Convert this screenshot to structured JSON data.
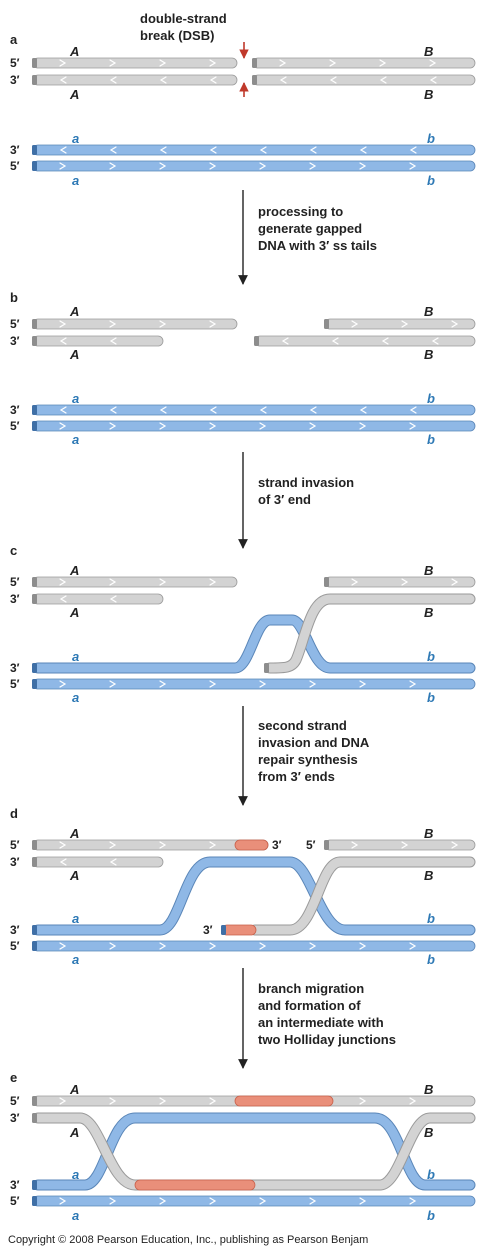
{
  "dsb_label_line1": "double-strand",
  "dsb_label_line2": "break (DSB)",
  "panels": {
    "a": "a",
    "b": "b",
    "c": "c",
    "d": "d",
    "e": "e"
  },
  "end_labels": {
    "five_prime": "5′",
    "three_prime": "3′"
  },
  "allele_labels": {
    "upper_left": "A",
    "upper_right": "B",
    "lower_left": "a",
    "lower_right": "b"
  },
  "steps": {
    "step1": [
      "processing to",
      "generate gapped",
      "DNA with 3′ ss tails"
    ],
    "step2": [
      "strand invasion",
      "of 3′ end"
    ],
    "step3": [
      "second strand",
      "invasion and DNA",
      "repair synthesis",
      "from 3′ ends"
    ],
    "step4": [
      "branch migration",
      "and formation of",
      "an intermediate with",
      "two Holliday junctions"
    ]
  },
  "copyright": "Copyright © 2008 Pearson Education, Inc., publishing as Pearson Benjam",
  "colors": {
    "gray_strand": "#d3d3d3",
    "gray_stroke": "#9a9a9a",
    "blue_strand": "#8fb8e6",
    "blue_stroke": "#5a86b8",
    "repair": "#e98f7a",
    "repair_stroke": "#c8604a",
    "blue_label": "#2e79b5",
    "dsb_arrow": "#c0392b"
  }
}
